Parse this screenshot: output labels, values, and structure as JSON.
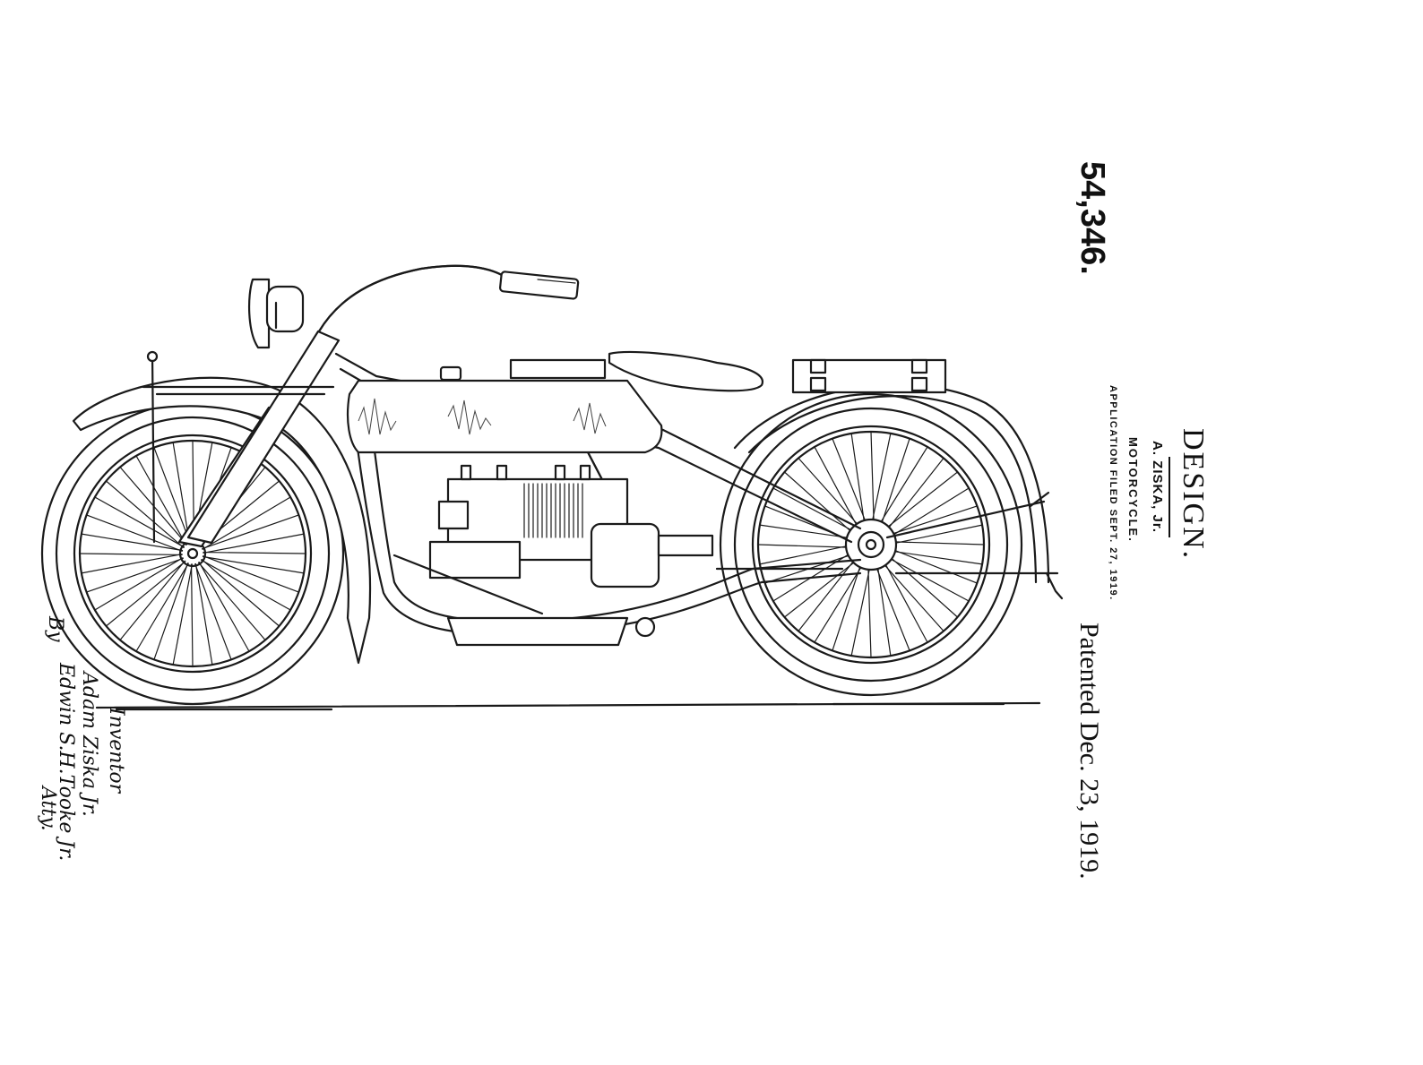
{
  "header": {
    "patent_number": "54,346.",
    "design_label": "DESIGN.",
    "inventor_name": "A. ZISKA, Jr.",
    "title": "MOTORCYCLE.",
    "application_filed": "APPLICATION FILED SEPT. 27, 1919.",
    "patented_date": "Patented Dec. 23, 1919."
  },
  "signature": {
    "inventor_label": "Inventor",
    "inventor_signature": "Adam Ziska Jr.",
    "by_label": "By",
    "attorney_signature": "Edwin S.H.Tooke Jr.",
    "attorney_label": "Atty."
  }
}
